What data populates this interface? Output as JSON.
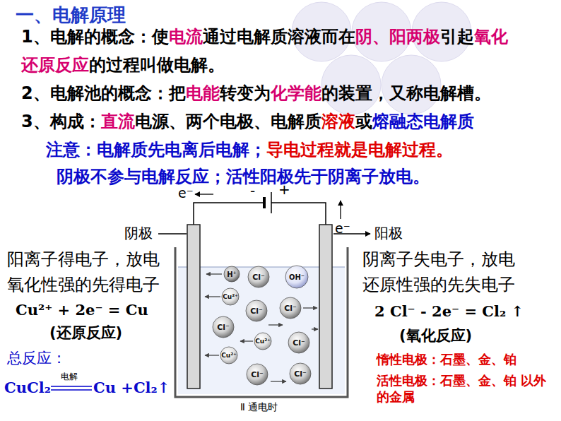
{
  "diagram": {
    "title": "一、电解原理",
    "nodes": [
      {
        "text": [
          "H⁺"
        ]
      },
      {
        "text": [
          "Cl⁻"
        ]
      },
      {
        "text": [
          "OH⁻"
        ]
      },
      {
        "text": [
          "Cu²⁺"
        ]
      },
      {
        "text": [
          "Cl⁻"
        ]
      },
      {
        "text": [
          "Cl⁻"
        ]
      },
      {
        "text": [
          "Cl⁻"
        ]
      },
      {
        "text": [
          "Cu²⁺"
        ]
      },
      {
        "text": [
          "Cl⁻"
        ]
      },
      {
        "text": [
          "Cu²⁺"
        ]
      },
      {
        "text": [
          "Cl⁻"
        ]
      },
      {
        "text": [
          "Cl⁻"
        ]
      }
    ],
    "labels": [
      "1、电解的概念：使",
      "电流",
      "通过电解质溶液而在",
      "阴、阳两极",
      "引起",
      "氧化还原反应",
      "的过程叫做电解。",
      "2、电解池的概念：把",
      "电能",
      "转变为",
      "化学能",
      "的装置，又称电解槽。",
      "3、构成：",
      "直流",
      "电源、两个电极、电解质",
      "溶液",
      "或",
      "熔融态电解质",
      "注意：电解质先电离后电解；",
      "导电过程就是电解过程。",
      "阴极不参与电解反应；活性阳极先于阴离子放电。",
      "e⁻",
      "-",
      "+",
      "e⁻",
      "阴极",
      "阳极",
      "阳离子得电子，放电",
      "氧化性强的先得电子",
      "Cu²⁺ + 2e⁻ = Cu",
      "(还原反应)",
      "总反应：",
      "CuCl₂",
      "电解",
      "Cu +Cl₂↑",
      "阴离子失电子，放电",
      "还原性强的先失电子",
      "2 Cl⁻ - 2e⁻ = Cl₂ ↑",
      "(氧化反应)",
      "惰性电极：石墨、金、铂",
      "活性电极：石墨、金、铂 以外的金属",
      "Ⅱ 通电时"
    ]
  }
}
